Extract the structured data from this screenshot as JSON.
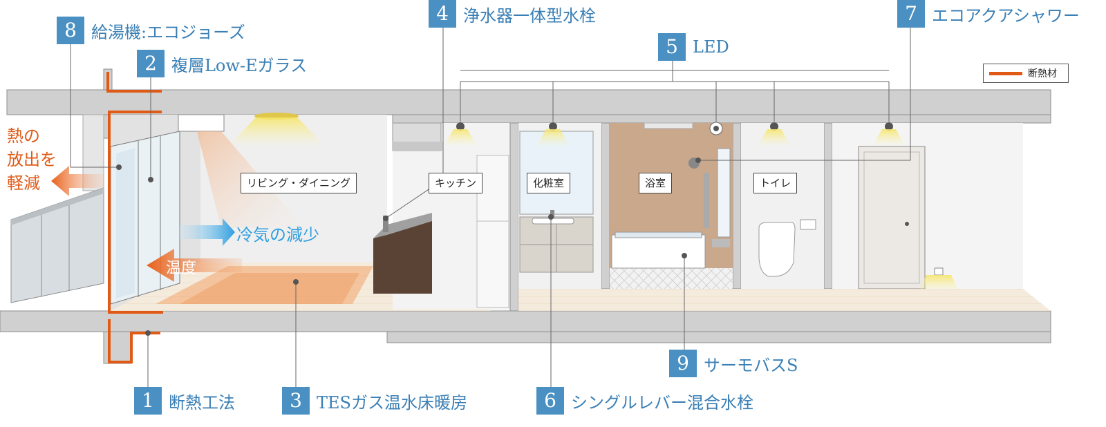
{
  "callouts": [
    {
      "num": "1",
      "label": "断熱工法"
    },
    {
      "num": "2",
      "label": "複層Low-Eガラス"
    },
    {
      "num": "3",
      "label": "TESガス温水床暖房"
    },
    {
      "num": "4",
      "label": "浄水器一体型水栓"
    },
    {
      "num": "5",
      "label": "LED"
    },
    {
      "num": "6",
      "label": "シングルレバー混合水栓"
    },
    {
      "num": "7",
      "label": "エコアクアシャワー"
    },
    {
      "num": "8",
      "label": "給湯機:エコジョーズ"
    },
    {
      "num": "9",
      "label": "サーモバスS"
    }
  ],
  "rooms": {
    "living": "リビング・ダイニング",
    "kitchen": "キッチン",
    "washroom": "化粧室",
    "bath": "浴室",
    "toilet": "トイレ"
  },
  "legend": {
    "label": "断熱材",
    "color": "#e05a16"
  },
  "annotations": {
    "heat_release_1": "熱の",
    "heat_release_2": "放出を",
    "heat_release_3": "軽減",
    "cold_air": "冷気の減少",
    "temperature": "温度"
  },
  "colors": {
    "callout_box": "#4a90c2",
    "callout_text": "#3a7fb5",
    "insulation": "#e05a16",
    "cold_arrow": "#3ba6e0",
    "heat_arrow": "#e86a22",
    "floor_heat": "#f0a060"
  }
}
